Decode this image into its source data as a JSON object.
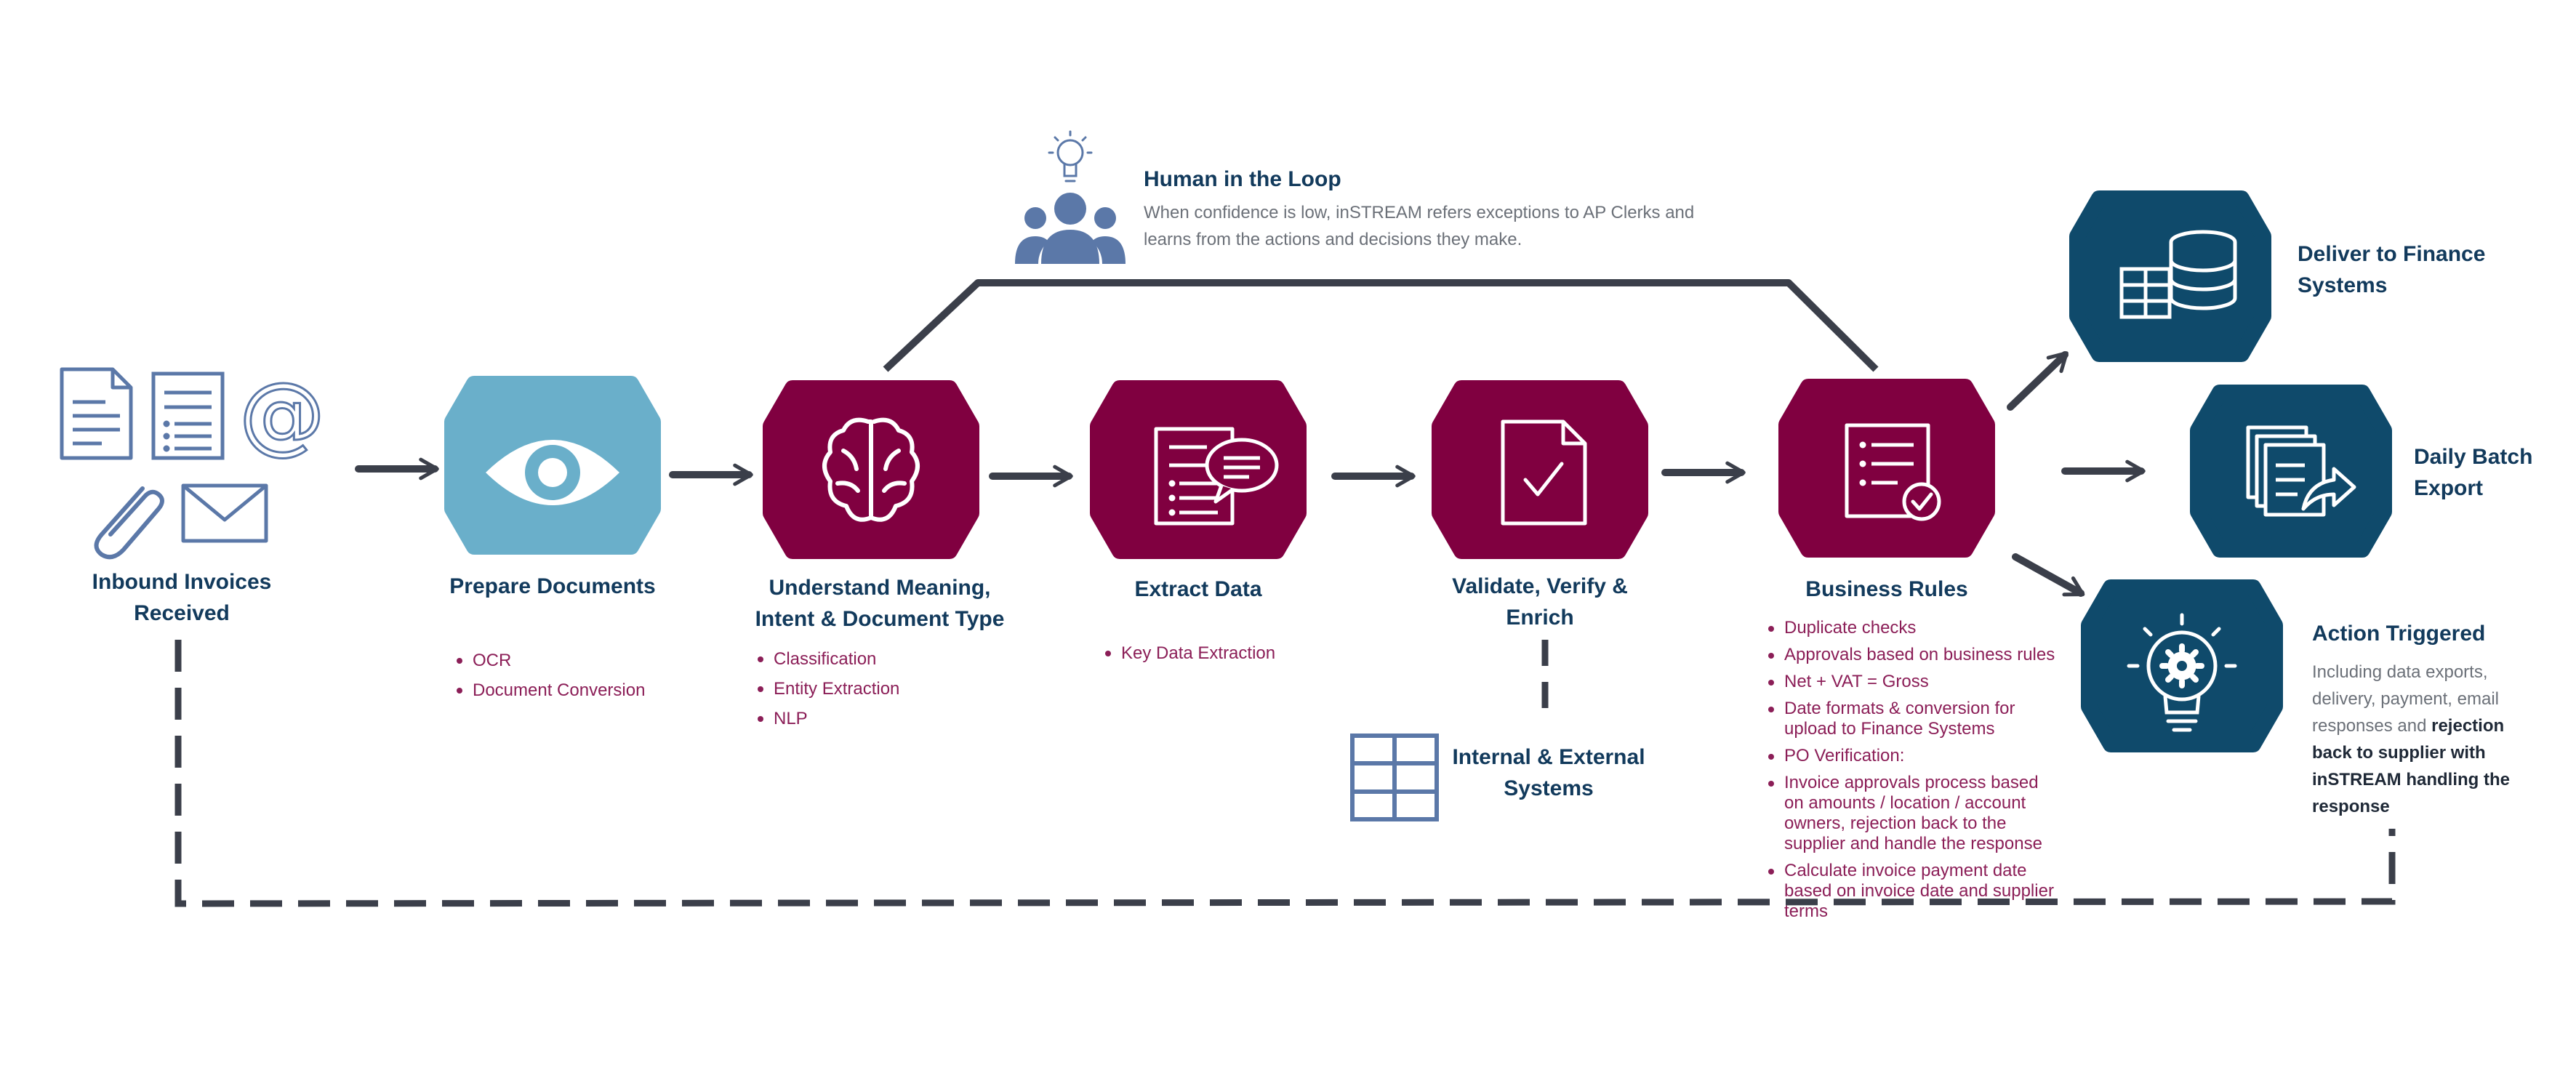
{
  "colors": {
    "light_blue": "#6aafca",
    "maroon": "#800040",
    "navy": "#0f4a6b",
    "slate_icon": "#5b78a8",
    "arrow": "#3b3f4a",
    "bullet_text": "#8b1e57",
    "title_text": "#123a5c"
  },
  "inbound": {
    "title_line1": "Inbound Invoices",
    "title_line2": "Received",
    "icons": [
      "document-icon",
      "list-document-icon",
      "at-sign-icon",
      "paperclip-icon",
      "envelope-icon"
    ]
  },
  "human_loop": {
    "title": "Human in the Loop",
    "desc_line1": "When confidence is low, inSTREAM refers exceptions to AP Clerks and",
    "desc_line2": "learns from the actions and decisions they make.",
    "icon": "team-lightbulb-icon"
  },
  "steps": {
    "prepare": {
      "title": "Prepare Documents",
      "bullets": [
        "OCR",
        "Document Conversion"
      ],
      "icon": "eye-icon"
    },
    "understand": {
      "title_line1": "Understand Meaning,",
      "title_line2": "Intent & Document Type",
      "bullets": [
        "Classification",
        "Entity Extraction",
        "NLP"
      ],
      "icon": "brain-icon"
    },
    "extract": {
      "title": "Extract Data",
      "bullets": [
        "Key Data Extraction"
      ],
      "icon": "document-speech-icon"
    },
    "validate": {
      "title_line1": "Validate, Verify &",
      "title_line2": "Enrich",
      "icon": "document-check-icon"
    },
    "business": {
      "title": "Business Rules",
      "icon": "checklist-badge-icon",
      "bullets": [
        "Duplicate checks",
        "Approvals based on business rules",
        "Net + VAT = Gross",
        "Date formats & conversion for upload to Finance Systems",
        "PO Verification:",
        "Invoice approvals process based on amounts / location / account owners, rejection back to the supplier and handle the response",
        "Calculate invoice payment date based on invoice date and supplier terms"
      ]
    }
  },
  "systems": {
    "title_line1": "Internal & External",
    "title_line2": "Systems",
    "icon": "grid-table-icon"
  },
  "outputs": {
    "deliver": {
      "title_line1": "Deliver to Finance",
      "title_line2": "Systems",
      "icon": "database-table-icon"
    },
    "batch": {
      "title_line1": "Daily Batch",
      "title_line2": "Export",
      "icon": "documents-export-icon"
    },
    "action": {
      "title": "Action Triggered",
      "desc_line1": "Including data exports,",
      "desc_line2": "delivery, payment, email",
      "desc_line3_plain": "responses and ",
      "desc_line3_bold": "rejection",
      "desc_line4": "back to supplier with",
      "desc_line5": "inSTREAM handling the",
      "desc_line6": "response",
      "icon": "lightbulb-gear-icon"
    }
  }
}
